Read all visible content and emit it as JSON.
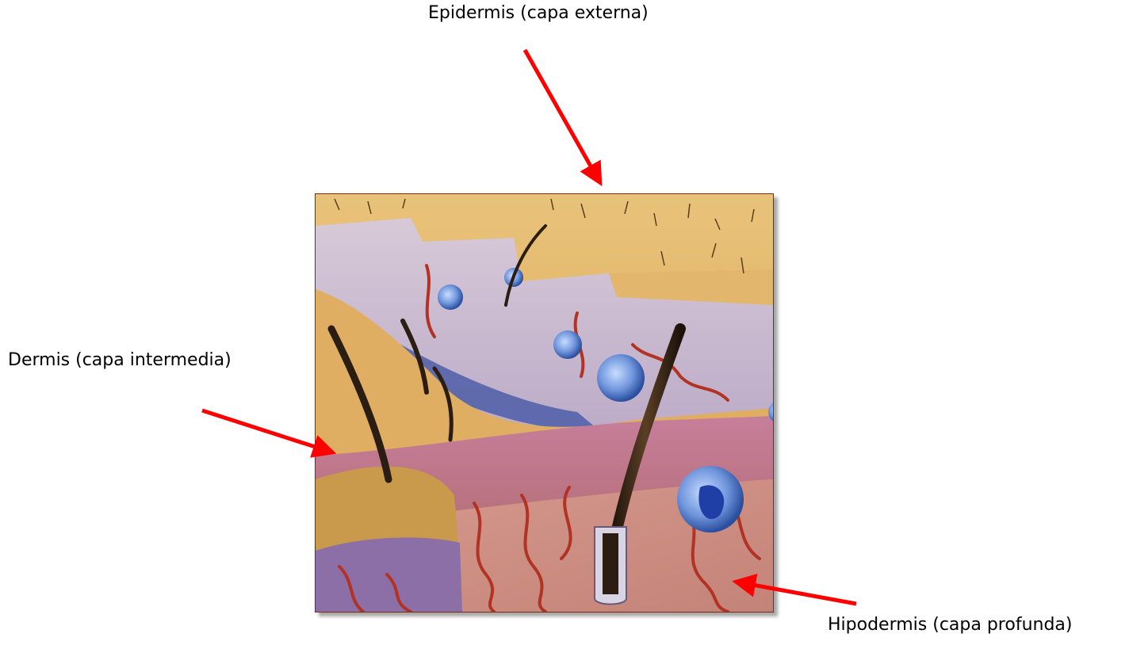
{
  "labels": {
    "epidermis": "Epidermis (capa externa)",
    "dermis": "Dermis (capa intermedia)",
    "hipodermis": "Hipodermis (capa profunda)"
  },
  "figure": {
    "subject": "skin cross-section illustration"
  },
  "colors": {
    "arrow": "#ff0000",
    "frame_border": "#7a2d10",
    "epidermis_surface": "#e8bd6e",
    "dermis_tissue": "#c98c9a",
    "vessels": "#c0392b",
    "glands": "#7fa2e0",
    "hair": "#2b1d12"
  }
}
